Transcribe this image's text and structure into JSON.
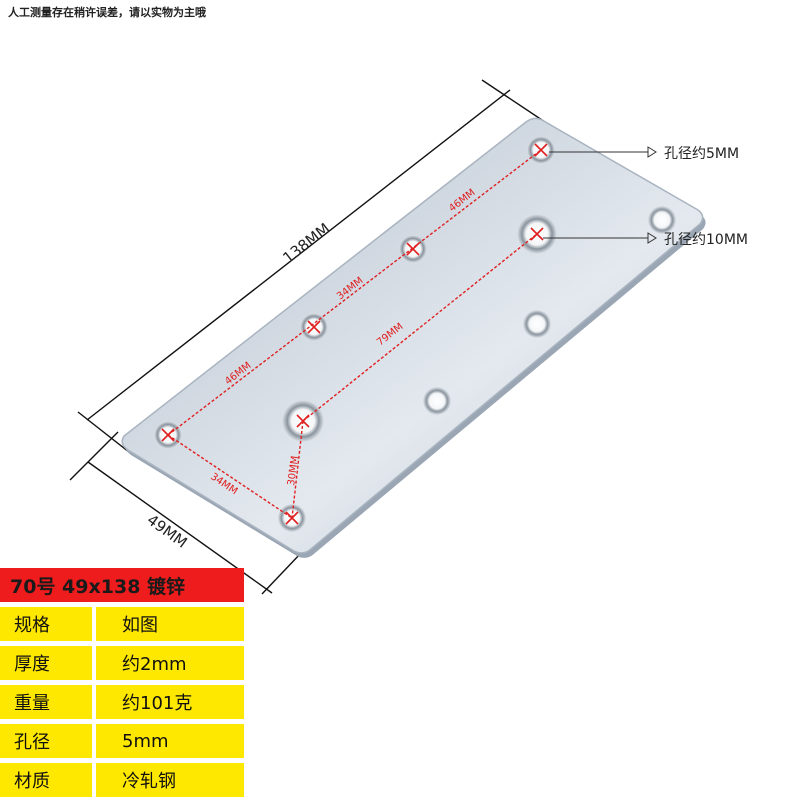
{
  "disclaimer": "人工测量存在稍许误差，请以实物为主哦",
  "dimensions": {
    "length": "138MM",
    "width": "49MM"
  },
  "callouts": {
    "small_hole": "孔径约5MM",
    "large_hole": "孔径约10MM"
  },
  "spacing_labels": {
    "top_46": "46MM",
    "mid_34": "34MM",
    "left_46": "46MM",
    "diag_79": "79MM",
    "vert_30": "30MM",
    "bottom_34": "34MM"
  },
  "colors": {
    "header_red": "#ee1c1c",
    "cell_yellow": "#ffe800",
    "measure_red": "#e02020",
    "plate_steel": "#d6dde6"
  },
  "spec": {
    "header": "70号 49x138 镀锌",
    "rows": [
      {
        "key": "规格",
        "value": "如图"
      },
      {
        "key": "厚度",
        "value": "约2mm"
      },
      {
        "key": "重量",
        "value": "约101克"
      },
      {
        "key": "孔径",
        "value": "5mm"
      },
      {
        "key": "材质",
        "value": "冷轧钢"
      }
    ]
  }
}
